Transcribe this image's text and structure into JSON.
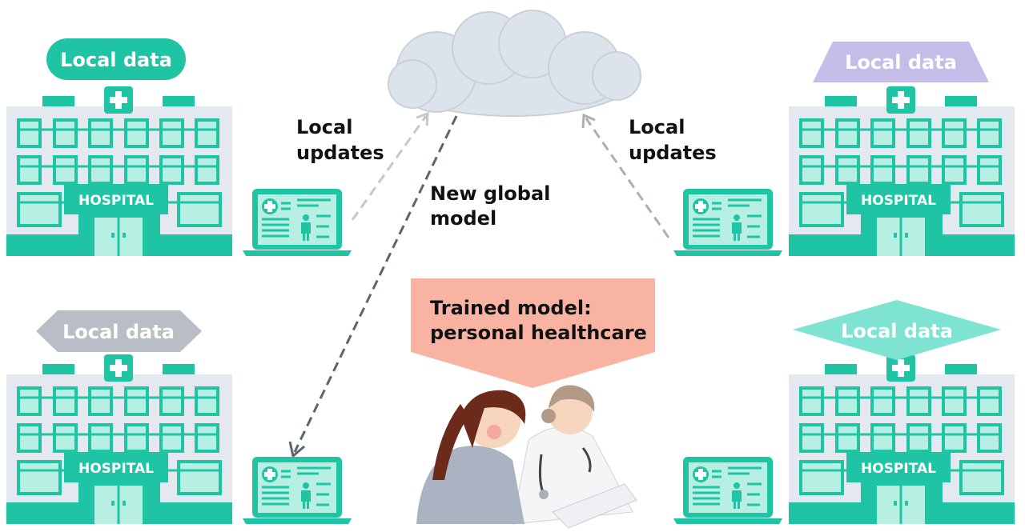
{
  "colors": {
    "teal": "#1fc4a4",
    "teal_light": "#b8efe3",
    "building": "#e4e8ef",
    "cloud": "#dde3ea",
    "callout": "#f9b3a3",
    "label_lavender": "#c5bde8",
    "label_gray": "#b9bec6",
    "label_mint": "#7fe3d2",
    "arrow_light": "#c3c8ce",
    "arrow_dark": "#5b6570"
  },
  "hospitals": [
    {
      "sign": "HOSPITAL",
      "label": "Local data"
    },
    {
      "sign": "HOSPITAL",
      "label": "Local data"
    },
    {
      "sign": "HOSPITAL",
      "label": "Local data"
    },
    {
      "sign": "HOSPITAL",
      "label": "Local data"
    }
  ],
  "annotations": {
    "left_updates": [
      "Local",
      "updates"
    ],
    "right_updates": [
      "Local",
      "updates"
    ],
    "global_model": [
      "New global",
      "model"
    ]
  },
  "callout": {
    "lines": [
      "Trained model:",
      "personal healthcare"
    ]
  },
  "icons": [
    "cloud-icon",
    "hospital-icon",
    "laptop-icon",
    "patient-doctor-illustration"
  ]
}
